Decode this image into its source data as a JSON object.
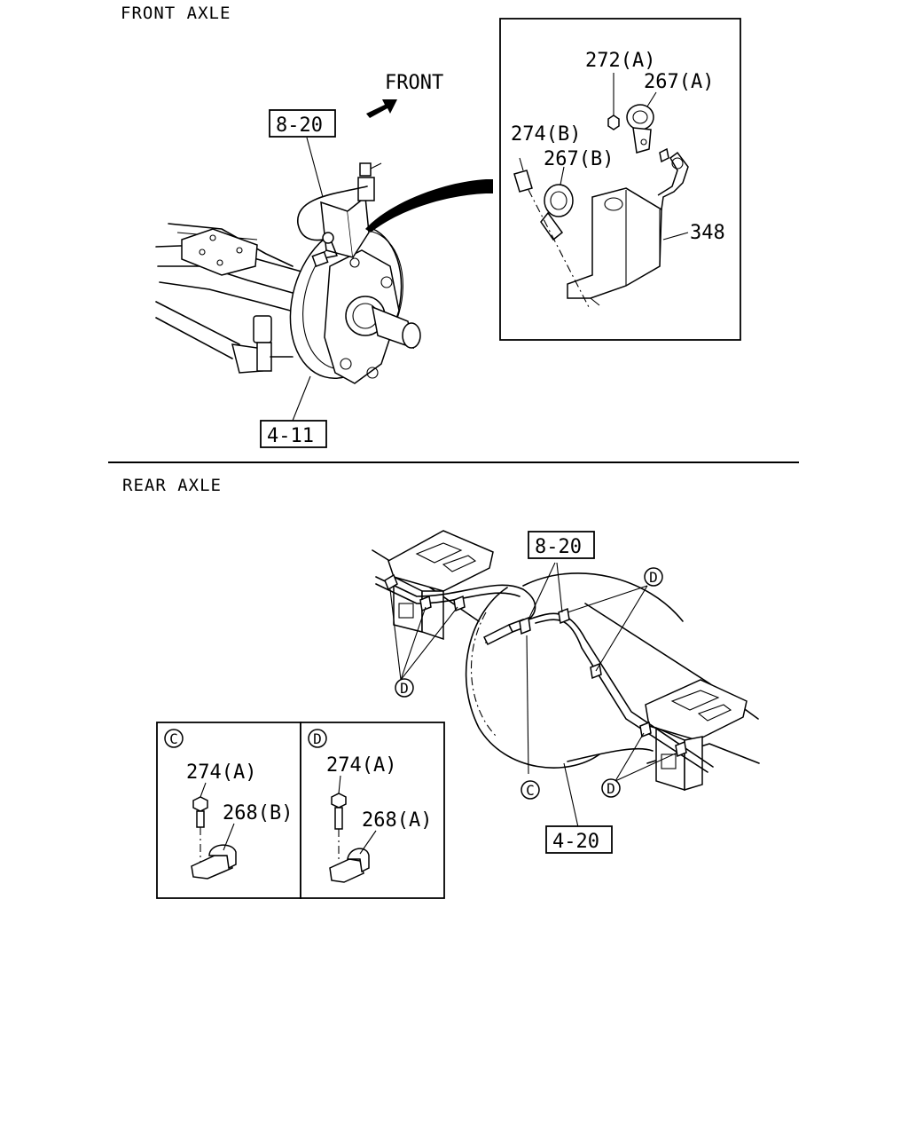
{
  "sections": {
    "front": {
      "title": "FRONT AXLE"
    },
    "rear": {
      "title": "REAR AXLE"
    }
  },
  "front": {
    "direction_label": "FRONT",
    "ref_top": "8-20",
    "ref_bottom": "4-11",
    "detail": {
      "nut": "272(A)",
      "clip_a": "267(A)",
      "bolt": "274(B)",
      "clip_b": "267(B)",
      "bracket": "348"
    }
  },
  "rear": {
    "ref_top": "8-20",
    "ref_bottom": "4-20",
    "marker_c": "C",
    "marker_d": "D",
    "detail_c": {
      "marker": "C",
      "bolt": "274(A)",
      "clip": "268(B)"
    },
    "detail_d": {
      "marker": "D",
      "bolt": "274(A)",
      "clip": "268(A)"
    }
  }
}
